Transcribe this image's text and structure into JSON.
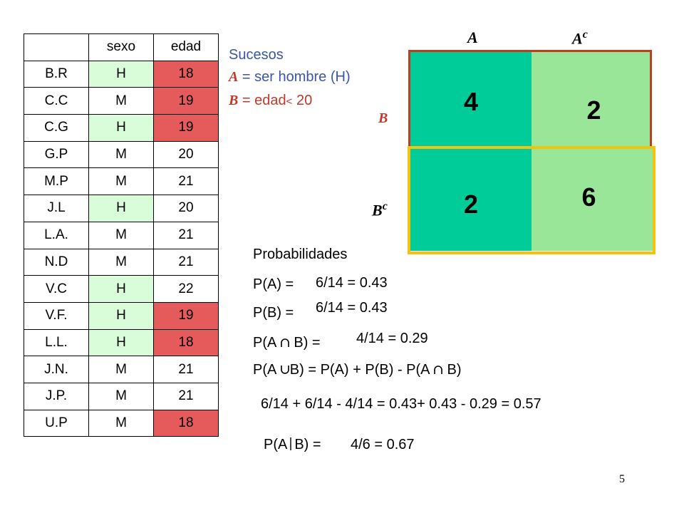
{
  "table": {
    "headers": [
      "",
      "sexo",
      "edad"
    ],
    "rows": [
      [
        "B.R",
        "H",
        "18"
      ],
      [
        "C.C",
        "M",
        "19"
      ],
      [
        "C.G",
        "H",
        "19"
      ],
      [
        "G.P",
        "M",
        "20"
      ],
      [
        "M.P",
        "M",
        "21"
      ],
      [
        "J.L",
        "H",
        "20"
      ],
      [
        "L.A.",
        "M",
        "21"
      ],
      [
        "N.D",
        "M",
        "21"
      ],
      [
        "V.C",
        "H",
        "22"
      ],
      [
        "V.F.",
        "H",
        "19"
      ],
      [
        "L.L.",
        "H",
        "18"
      ],
      [
        "J.N.",
        "M",
        "21"
      ],
      [
        "J.P.",
        "M",
        "21"
      ],
      [
        "U.P",
        "M",
        "18"
      ]
    ],
    "colors": {
      "hombre": "#d9fcd9",
      "menor20": "#e55b5b"
    }
  },
  "events": {
    "title": "Sucesos",
    "a_symbol": "A",
    "a_eq": " = ",
    "a_desc": "ser hombre (H)",
    "b_symbol": "B",
    "b_desc": " = edad",
    "b_lt": "<",
    "b_val": " 20"
  },
  "venn": {
    "col_a": "A",
    "col_ac": "A",
    "sup_c": "c",
    "row_b": "B",
    "row_bc": "B",
    "cells": {
      "a_b": "4",
      "ac_b": "2",
      "a_bc": "2",
      "ac_bc": "6"
    },
    "colors": {
      "dark": "#00cc99",
      "light": "#99e699",
      "b_border": "#b8401e",
      "bc_border": "#f2c40d"
    }
  },
  "probabilities": {
    "title": "Probabilidades",
    "pa_label": "P(A) =",
    "pa_value": "6/14 = 0.43",
    "pb_label": "P(B) =",
    "pb_value": "6/14 = 0.43",
    "pint_label_1": "P(A ",
    "pint_label_2": " B) =",
    "pint_value": "4/14 = 0.29",
    "union_1": "P(A ",
    "union_2": "B) = P(A) + P(B) - P(A ",
    "union_3": " B)",
    "union_calc": "6/14 + 6/14 - 4/14 = 0.43+ 0.43 - 0.29 = 0.57",
    "cond_1": "P(A",
    "cond_2": "B) =",
    "cond_value": "4/6 = 0.67"
  },
  "page_number": "5"
}
